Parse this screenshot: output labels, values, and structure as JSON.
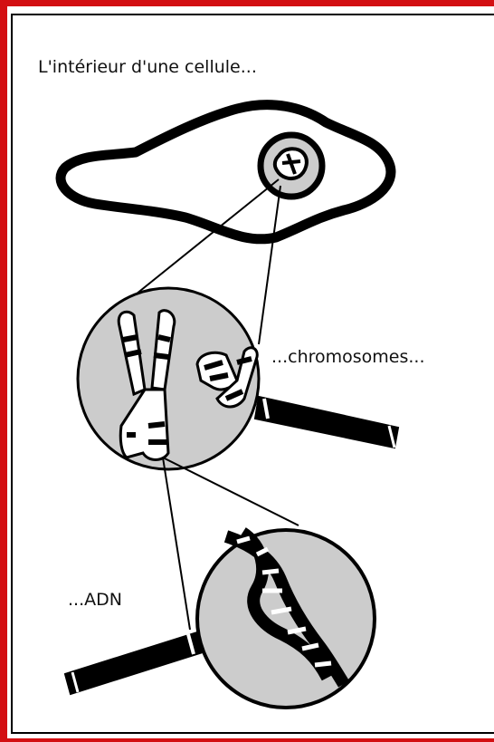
{
  "labels": {
    "cell": "L'intérieur d'une cellule...",
    "chromosomes": "...chromosomes...",
    "dna": "...ADN"
  },
  "colors": {
    "frame": "#d30f12",
    "ink": "#000000",
    "fill_gray": "#cccccc",
    "background": "#ffffff"
  }
}
